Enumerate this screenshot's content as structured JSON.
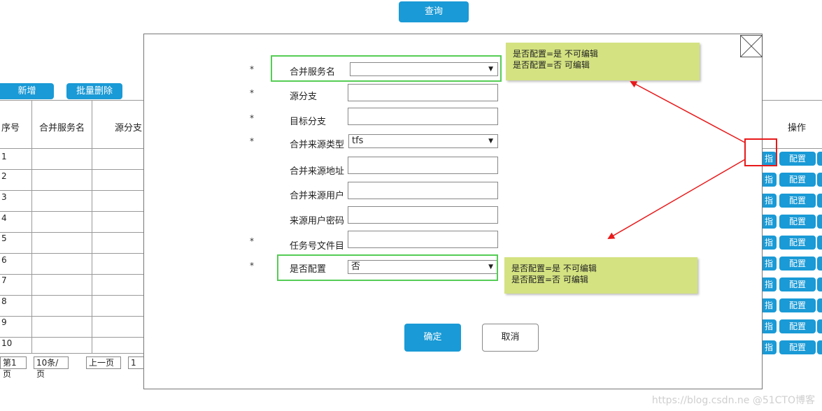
{
  "toolbar": {
    "query_label": "查询",
    "add_label": "新增",
    "batch_delete_label": "批量删除"
  },
  "table": {
    "headers": {
      "seq": "序号",
      "merge_service": "合并服务名",
      "source_branch": "源分支",
      "actions": "操作"
    },
    "rows": [
      "1",
      "2",
      "3",
      "4",
      "5",
      "6",
      "7",
      "8",
      "9",
      "10"
    ],
    "config_label": "配置",
    "partial_label": "指"
  },
  "pager": {
    "page": "第1页",
    "size": "10条/页",
    "prev": "上一页",
    "page_input": "1"
  },
  "modal": {
    "required_mark": "*",
    "fields": {
      "merge_service": "合并服务名",
      "source_branch": "源分支",
      "target_branch": "目标分支",
      "source_type": "合并来源类型",
      "source_address": "合并来源地址",
      "source_user": "合并来源用户",
      "source_password": "来源用户密码",
      "task_dir": "任务号文件目",
      "is_config": "是否配置"
    },
    "values": {
      "merge_service": "",
      "source_type": "tfs",
      "is_config": "否"
    },
    "ok_label": "确定",
    "cancel_label": "取消"
  },
  "notes": {
    "top": [
      "是否配置=是 不可编辑",
      "是否配置=否 可编辑"
    ],
    "bottom": [
      "是否配置=是 不可编辑",
      "是否配置=否 可编辑"
    ]
  },
  "watermark": "https://blog.csdn.ne @51CTO博客",
  "colors": {
    "accent": "#1a9ad6",
    "highlight_green": "#55cc55",
    "note_bg": "#d4e281",
    "annotation_red": "#e8191a"
  }
}
